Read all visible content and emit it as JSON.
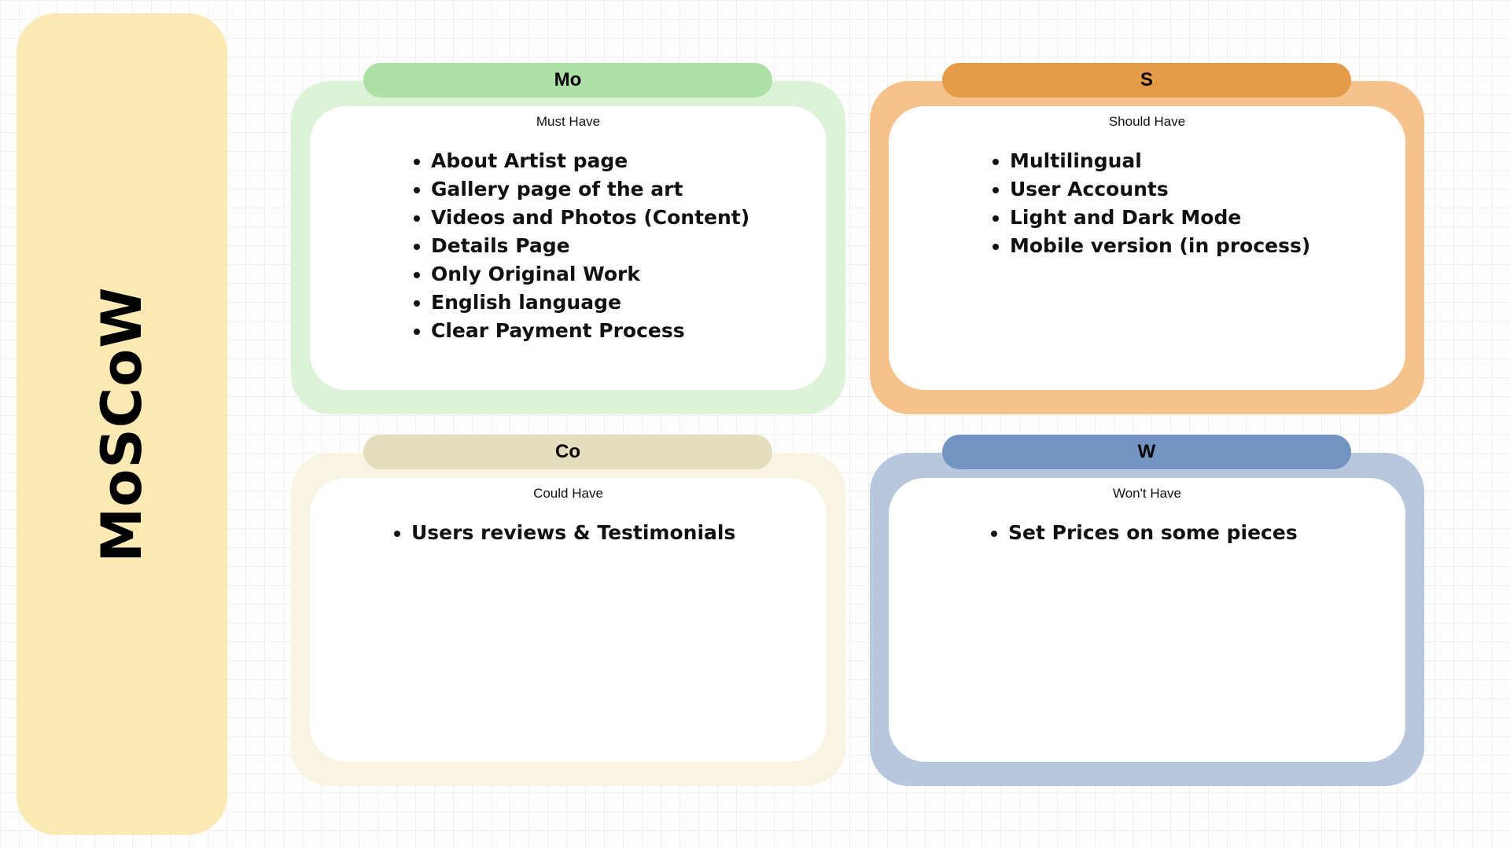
{
  "title": "MoSCoW",
  "quadrants": [
    {
      "key": "must",
      "tag": "Mo",
      "subtitle": "Must Have",
      "colors": {
        "card": "#dcf3d8",
        "pill": "#addfa6"
      },
      "items": [
        "About Artist page",
        "Gallery page of the art",
        "Videos and Photos (Content)",
        "Details Page",
        "Only Original Work",
        "English language",
        "Clear Payment Process"
      ]
    },
    {
      "key": "should",
      "tag": "S",
      "subtitle": "Should Have",
      "colors": {
        "card": "#f6c28b",
        "pill": "#e69b48"
      },
      "items": [
        "Multilingual",
        "User Accounts",
        "Light and Dark Mode",
        "Mobile version (in process)"
      ]
    },
    {
      "key": "could",
      "tag": "Co",
      "subtitle": "Could Have",
      "colors": {
        "card": "#f8f4e1",
        "pill": "#e4ddbd"
      },
      "items": [
        "Users reviews & Testimonials"
      ]
    },
    {
      "key": "wont",
      "tag": "W",
      "subtitle": "Won't Have",
      "colors": {
        "card": "#b6c7de",
        "pill": "#7394c3"
      },
      "items": [
        "Set Prices on some pieces"
      ]
    }
  ]
}
